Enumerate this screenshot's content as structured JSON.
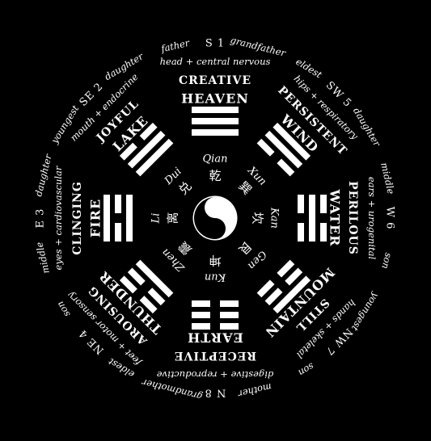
{
  "colors": {
    "background": "#000000",
    "foreground": "#ffffff"
  },
  "trigrams": [
    {
      "key": "qian",
      "angle": 0,
      "lines": [
        1,
        1,
        1
      ],
      "name": "HEAVEN",
      "quality": "CREATIVE",
      "pinyin": "Qian",
      "hanzi": "乾",
      "direction": "S 1",
      "family_left": "father",
      "family_right": "grandfather",
      "body": "head + central nervous"
    },
    {
      "key": "xun",
      "angle": 45,
      "lines": [
        1,
        1,
        0
      ],
      "name": "WIND",
      "quality": "PERSISTENT",
      "pinyin": "Xun",
      "hanzi": "巽",
      "direction": "SW 5",
      "family_left": "eldest",
      "family_right": "daughter",
      "body": "hips + respiratory"
    },
    {
      "key": "kan",
      "angle": 90,
      "lines": [
        0,
        1,
        0
      ],
      "name": "WATER",
      "quality": "PERILOUS",
      "pinyin": "Kan",
      "hanzi": "坎",
      "direction": "W 6",
      "family_left": "middle",
      "family_right": "son",
      "body": "ears + urogenital"
    },
    {
      "key": "gen",
      "angle": 135,
      "lines": [
        1,
        0,
        0
      ],
      "name": "MOUNTAIN",
      "quality": "STILL",
      "pinyin": "Gen",
      "hanzi": "艮",
      "direction": "NW 7",
      "family_left": "youngest",
      "family_right": "son",
      "body": "hands + skeletal"
    },
    {
      "key": "kun",
      "angle": 180,
      "lines": [
        0,
        0,
        0
      ],
      "name": "EARTH",
      "quality": "RECEPTIVE",
      "pinyin": "Kun",
      "hanzi": "坤",
      "direction": "N 8",
      "family_left": "mother",
      "family_right": "grandmother",
      "body": "digestive + reproductive"
    },
    {
      "key": "zhen",
      "angle": 225,
      "lines": [
        0,
        0,
        1
      ],
      "name": "THUNDER",
      "quality": "AROUSING",
      "pinyin": "Zhen",
      "hanzi": "震",
      "direction": "NE 4",
      "family_left": "eldest",
      "family_right": "son",
      "body": "feet + motor sensory"
    },
    {
      "key": "li",
      "angle": 270,
      "lines": [
        1,
        0,
        1
      ],
      "name": "FIRE",
      "quality": "CLINGING",
      "pinyin": "Li",
      "hanzi": "离",
      "direction": "E 3",
      "family_left": "middle",
      "family_right": "daughter",
      "body": "eyes + cardiovascular"
    },
    {
      "key": "dui",
      "angle": 315,
      "lines": [
        0,
        1,
        1
      ],
      "name": "LAKE",
      "quality": "JOYFUL",
      "pinyin": "Dui",
      "hanzi": "兑",
      "direction": "SE 2",
      "family_left": "youngest",
      "family_right": "daughter",
      "body": "mouth + endocrine"
    }
  ]
}
